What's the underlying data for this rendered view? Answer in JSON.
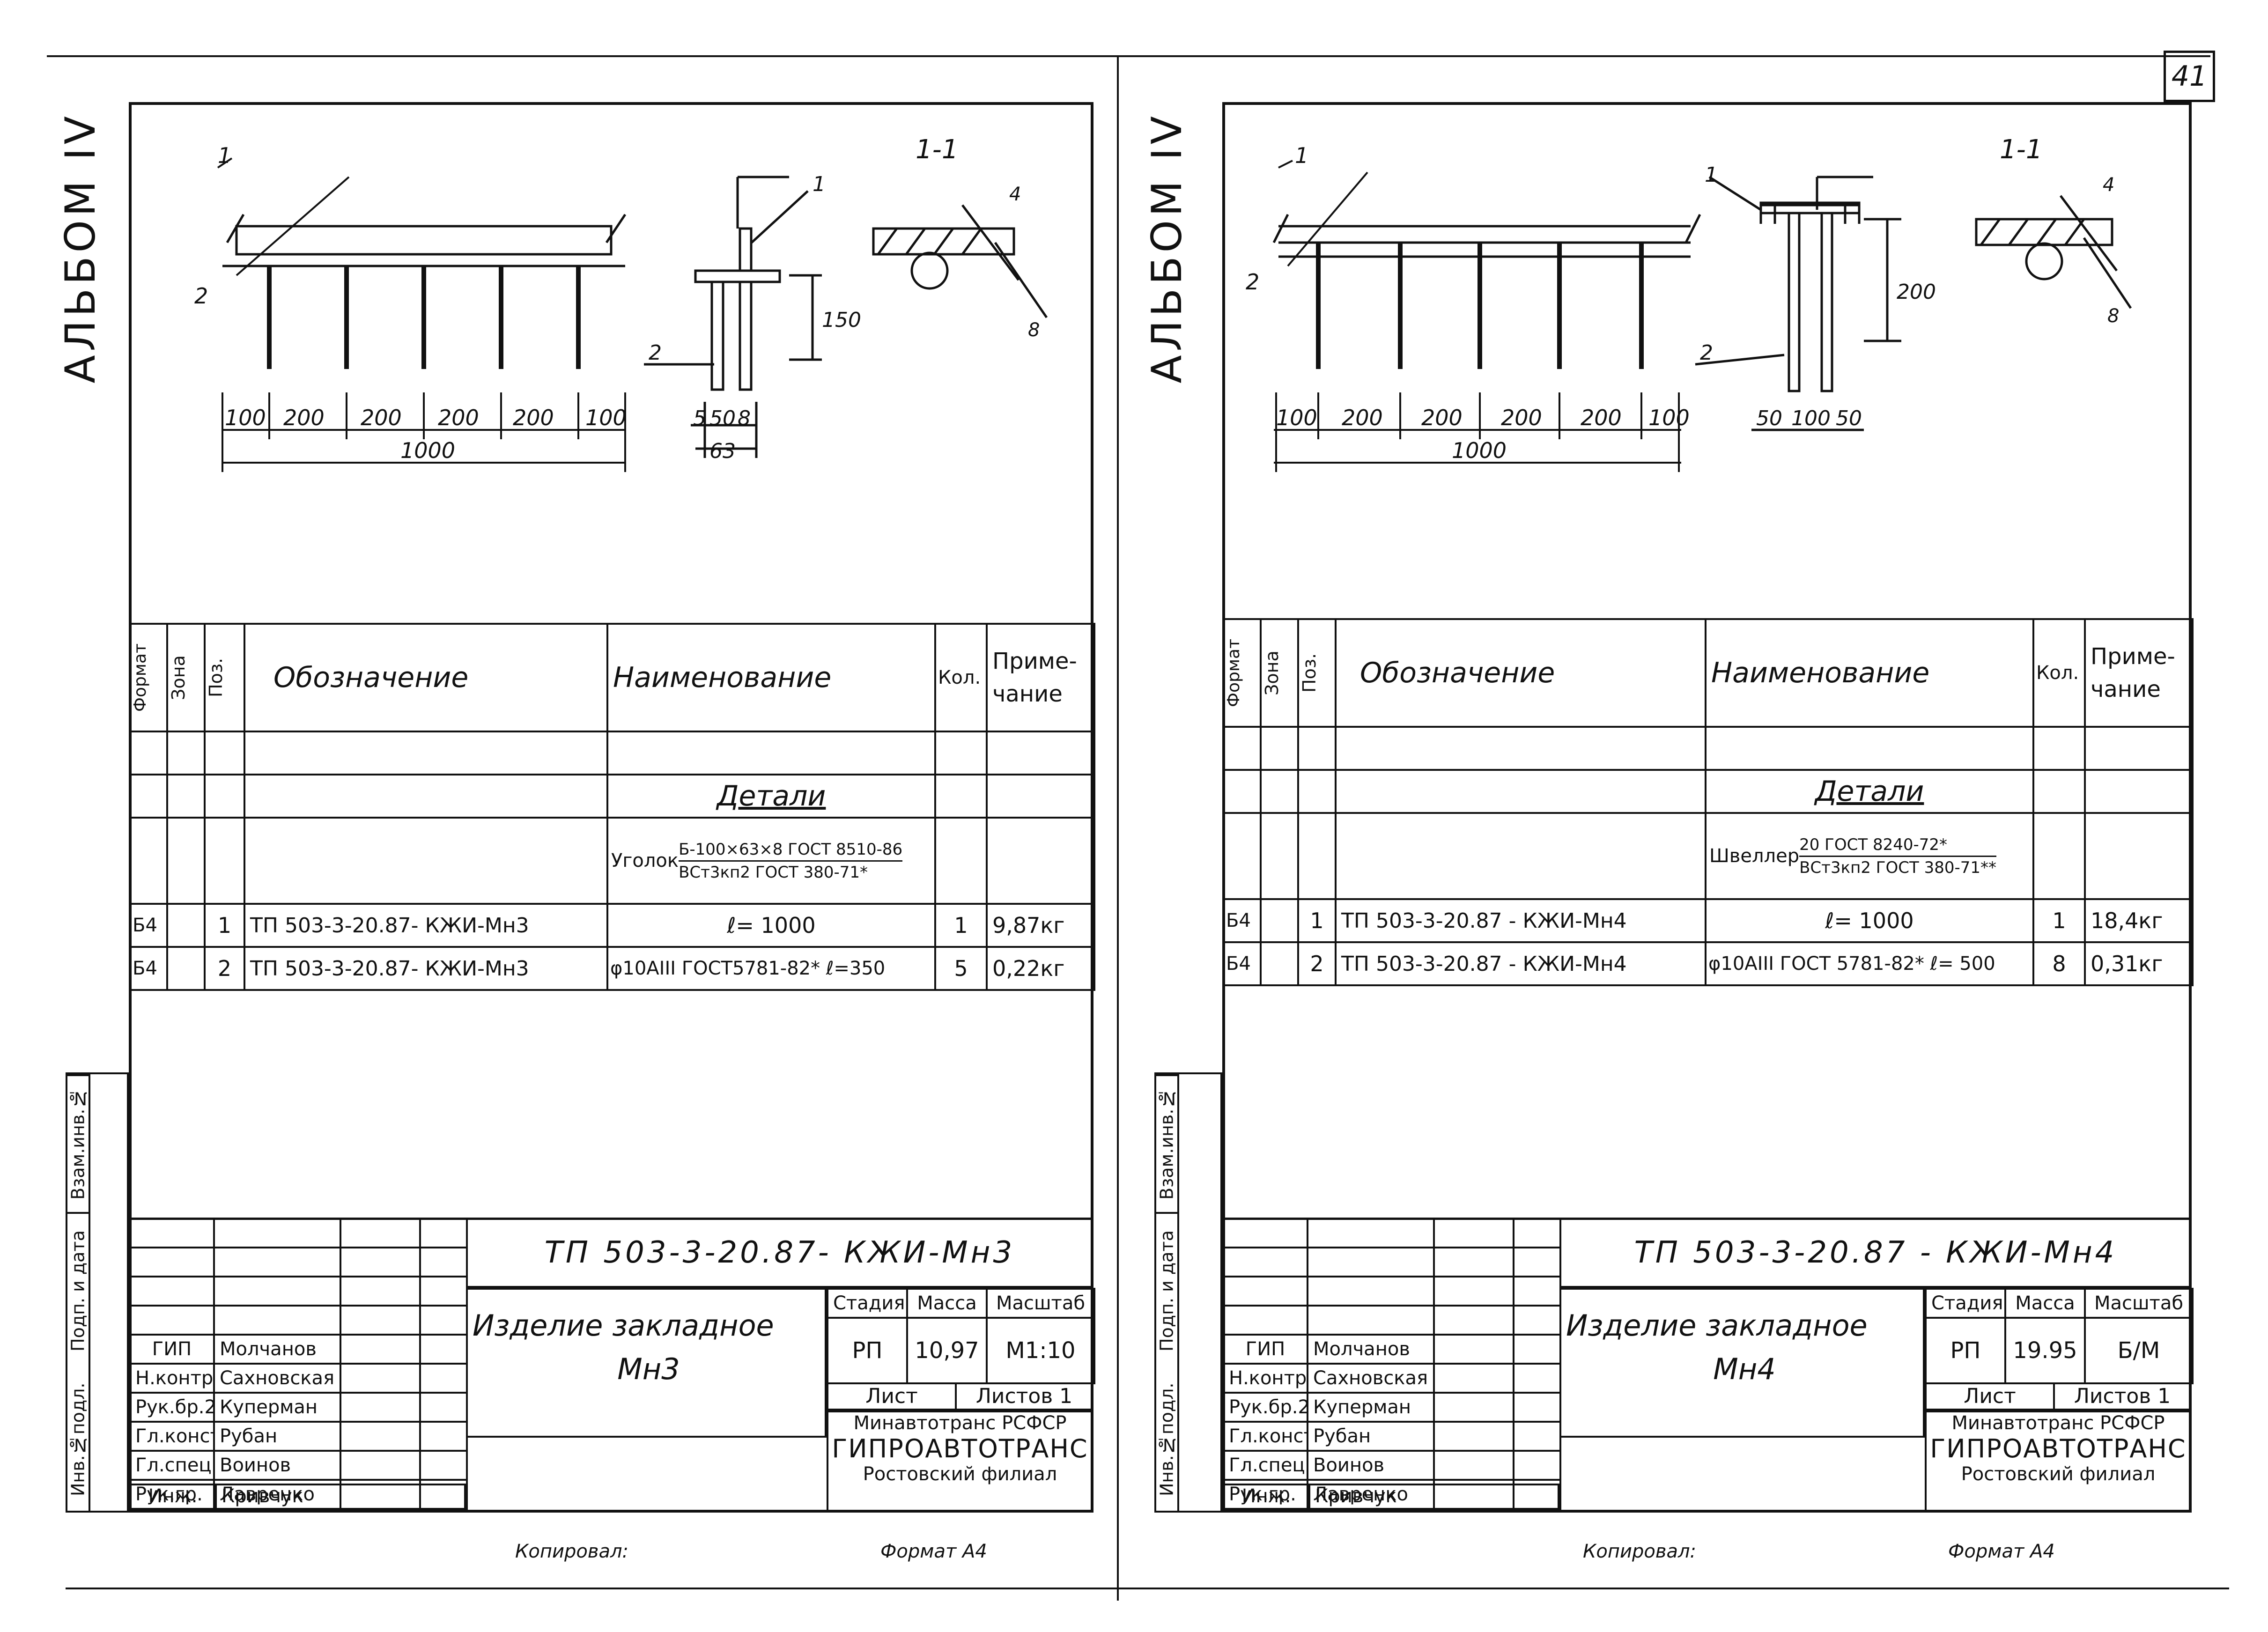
{
  "page_number": "41",
  "album_label": "АЛЬБОМ IV",
  "footer": {
    "copied_label": "Копировал:",
    "format_label": "Формат А4"
  },
  "sheets": [
    {
      "drawing": {
        "plan_dims": [
          "100",
          "200",
          "200",
          "200",
          "200",
          "100"
        ],
        "plan_total": "1000",
        "section_dims": [
          "5",
          "50",
          "8"
        ],
        "section_total": "63",
        "section_height": "150",
        "cut_label": "1-1",
        "pos1": "1",
        "pos2": "2",
        "weld_leg": "4",
        "weld_b": "8"
      },
      "spec": {
        "headers": {
          "format": "Формат",
          "zone": "Зона",
          "pos": "Поз.",
          "designation": "Обозначение",
          "name": "Наименование",
          "qty": "Кол.",
          "note": "Приме-чание"
        },
        "section_title": "Детали",
        "material_prefix": "Уголок",
        "material_top": "Б-100×63×8 ГОСТ 8510-86",
        "material_bottom": "ВСт3кп2 ГОСТ 380-71*",
        "rows": [
          {
            "format": "Б4",
            "pos": "1",
            "designation": "ТП 503-3-20.87- КЖИ-Мн3",
            "name": "ℓ= 1000",
            "qty": "1",
            "note": "9,87кг"
          },
          {
            "format": "Б4",
            "pos": "2",
            "designation": "ТП 503-3-20.87- КЖИ-Мн3",
            "name": "φ10АIII ГОСТ5781-82* ℓ=350",
            "qty": "5",
            "note": "0,22кг"
          }
        ]
      },
      "side_stamp": [
        "Инв.№подл.",
        "Подп. и дата",
        "Взам.инв.№"
      ],
      "title_block": {
        "code": "ТП 503-3-20.87- КЖИ-Мн3",
        "name_line1": "Изделие закладное",
        "name_line2": "Мн3",
        "stage_label": "Стадия",
        "mass_label": "Масса",
        "scale_label": "Масштаб",
        "stage": "РП",
        "mass": "10,97",
        "scale": "М1:10",
        "sheet_label": "Лист",
        "sheets_label": "Листов 1",
        "org1": "Минавтотранс РСФСР",
        "org2": "ГИПРОАВТОТРАНС",
        "org3": "Ростовский филиал",
        "people": [
          {
            "role": "ГИП",
            "name": "Молчанов"
          },
          {
            "role": "Н.контр.",
            "name": "Сахновская"
          },
          {
            "role": "Рук.бр.2",
            "name": "Куперман"
          },
          {
            "role": "Гл.констр",
            "name": "Рубан"
          },
          {
            "role": "Гл.спец",
            "name": "Воинов"
          },
          {
            "role": "Рук.гр.",
            "name": "Лавренко"
          },
          {
            "role": "Инж.",
            "name": "Кривчук"
          }
        ]
      }
    },
    {
      "drawing": {
        "plan_dims": [
          "100",
          "200",
          "200",
          "200",
          "200",
          "100"
        ],
        "plan_total": "1000",
        "section_dims": [
          "50",
          "100",
          "50"
        ],
        "section_total": "",
        "section_height": "200",
        "cut_label": "1-1",
        "pos1": "1",
        "pos2": "2",
        "weld_leg": "4",
        "weld_b": "8"
      },
      "spec": {
        "headers": {
          "format": "Формат",
          "zone": "Зона",
          "pos": "Поз.",
          "designation": "Обозначение",
          "name": "Наименование",
          "qty": "Кол.",
          "note": "Приме-чание"
        },
        "section_title": "Детали",
        "material_prefix": "Швеллер",
        "material_top": "20 ГОСТ 8240-72*",
        "material_bottom": "ВСт3кп2 ГОСТ 380-71**",
        "rows": [
          {
            "format": "Б4",
            "pos": "1",
            "designation": "ТП 503-3-20.87 - КЖИ-Мн4",
            "name": "ℓ= 1000",
            "qty": "1",
            "note": "18,4кг"
          },
          {
            "format": "Б4",
            "pos": "2",
            "designation": "ТП 503-3-20.87 - КЖИ-Мн4",
            "name": "φ10АIII ГОСТ 5781-82* ℓ= 500",
            "qty": "8",
            "note": "0,31кг"
          }
        ]
      },
      "side_stamp": [
        "Инв.№подл.",
        "Подп. и дата",
        "Взам.инв.№"
      ],
      "title_block": {
        "code": "ТП 503-3-20.87 - КЖИ-Мн4",
        "name_line1": "Изделие закладное",
        "name_line2": "Мн4",
        "stage_label": "Стадия",
        "mass_label": "Масса",
        "scale_label": "Масштаб",
        "stage": "РП",
        "mass": "19.95",
        "scale": "Б/М",
        "sheet_label": "Лист",
        "sheets_label": "Листов 1",
        "org1": "Минавтотранс РСФСР",
        "org2": "ГИПРОАВТОТРАНС",
        "org3": "Ростовский филиал",
        "people": [
          {
            "role": "ГИП",
            "name": "Молчанов"
          },
          {
            "role": "Н.контр.",
            "name": "Сахновская"
          },
          {
            "role": "Рук.бр.2",
            "name": "Куперман"
          },
          {
            "role": "Гл.констр",
            "name": "Рубан"
          },
          {
            "role": "Гл.спец",
            "name": "Воинов"
          },
          {
            "role": "Рук.гр.",
            "name": "Лавренко"
          },
          {
            "role": "Инж.",
            "name": "Кривчук"
          }
        ]
      }
    }
  ]
}
